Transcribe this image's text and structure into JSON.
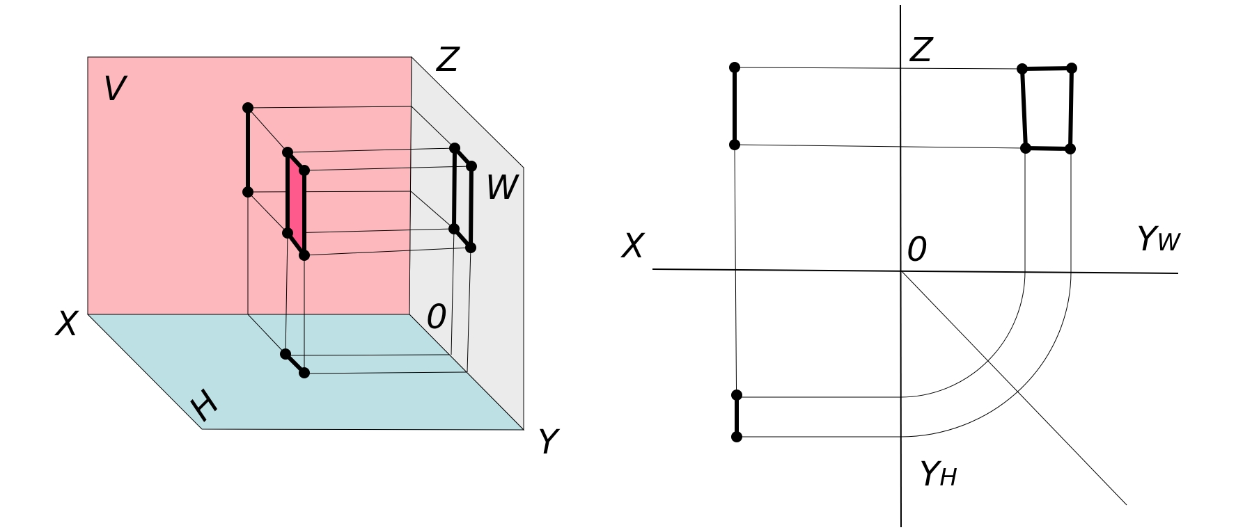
{
  "colors": {
    "plane_v": "#fdb8bd",
    "plane_h": "#bde0e4",
    "plane_w": "#ebebeb",
    "face": "#ff5a8c"
  },
  "axonometric": {
    "labels": {
      "v": "V",
      "h": "H",
      "w": "W",
      "x": "X",
      "y": "Y",
      "z": "Z",
      "origin": "0"
    }
  },
  "epure": {
    "labels": {
      "x": "X",
      "z": "Z",
      "origin": "0",
      "yw": "Y",
      "yw_sub": "W",
      "yh": "Y",
      "yh_sub": "H"
    }
  }
}
